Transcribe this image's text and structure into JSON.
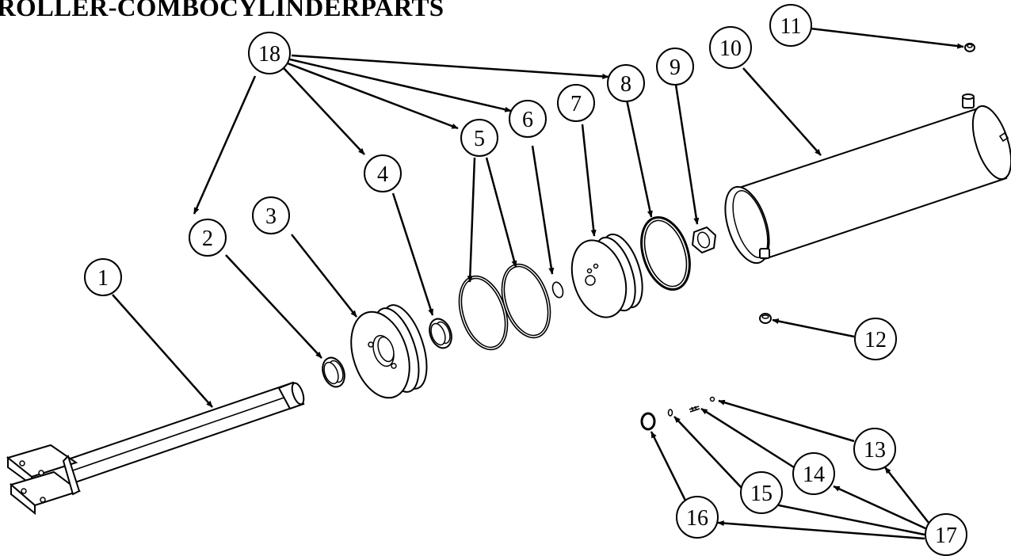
{
  "diagram": {
    "title": "ROLLER-COMBOCYLINDERPARTS",
    "callouts": [
      {
        "id": "c1",
        "label": "1"
      },
      {
        "id": "c2",
        "label": "2"
      },
      {
        "id": "c3",
        "label": "3"
      },
      {
        "id": "c4",
        "label": "4"
      },
      {
        "id": "c5",
        "label": "5"
      },
      {
        "id": "c6",
        "label": "6"
      },
      {
        "id": "c7",
        "label": "7"
      },
      {
        "id": "c8",
        "label": "8"
      },
      {
        "id": "c9",
        "label": "9"
      },
      {
        "id": "c10",
        "label": "10"
      },
      {
        "id": "c11",
        "label": "11"
      },
      {
        "id": "c12",
        "label": "12"
      },
      {
        "id": "c13",
        "label": "13"
      },
      {
        "id": "c14",
        "label": "14"
      },
      {
        "id": "c15",
        "label": "15"
      },
      {
        "id": "c16",
        "label": "16"
      },
      {
        "id": "c17",
        "label": "17"
      },
      {
        "id": "c18",
        "label": "18"
      }
    ]
  }
}
